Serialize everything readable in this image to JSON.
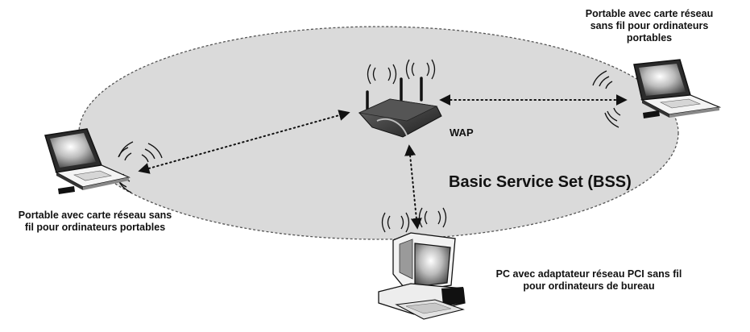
{
  "labels": {
    "wap": "WAP",
    "bss": "Basic Service Set (BSS)",
    "laptop_right": {
      "line1": "Portable avec carte réseau",
      "line2": "sans fil pour ordinateurs",
      "line3": "portables"
    },
    "laptop_left": {
      "line1": "Portable avec carte réseau sans",
      "line2": "fil pour ordinateurs portables"
    },
    "pc": {
      "line1": "PC avec adaptateur réseau PCI sans fil",
      "line2": "pour ordinateurs de bureau"
    }
  },
  "style": {
    "ellipse_fill": "#dadada",
    "ellipse_border": "#555555",
    "link_color": "#111111",
    "device_color": "#333333"
  },
  "icons": [
    "wireless-access-point-icon",
    "laptop-icon",
    "desktop-pc-icon",
    "wireless-waves-icon",
    "arrow-head-icon"
  ]
}
